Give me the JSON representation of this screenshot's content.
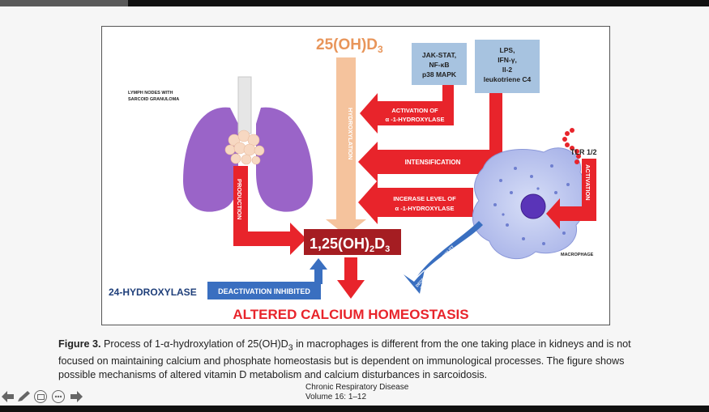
{
  "player": {
    "progress": 0.18
  },
  "diagram": {
    "top_label": "25(OH)D",
    "top_label_sub": "3",
    "hydroxylation_label": "HYDROXYLATION",
    "lymph_label_line1": "LYMPH NODES WITH",
    "lymph_label_line2": "SARCOID GRANULOMA",
    "production_label": "PRODUCTION",
    "jak_box": [
      "JAK-STAT,",
      "NF-κB",
      "p38 MAPK"
    ],
    "lps_box": [
      "LPS,",
      "IFN-γ,",
      "Il-2",
      "leukotriene C4"
    ],
    "activation_of_line1": "ACTIVATION OF",
    "activation_of_line2": "α -1-HYDROXYLASE",
    "intensification_label": "INTENSIFICATION",
    "increase_line1": "INCERASE LEVEL OF",
    "increase_line2": "α -1-HYDROXYLASE",
    "tlr_label": "TLR 1/2",
    "activation_vertical": "ACTIVATION",
    "macrophage_label": "MACROPHAGE",
    "product_main": "1,25(OH)",
    "product_sub1": "2",
    "product_mid": "D",
    "product_sub2": "3",
    "decreased_line1": "DECREASED SUSCEPTIBILITY",
    "decreased_line2": "TO FEEDBACK INHIBITION",
    "hydroxylase24_label": "24-HYDROXYLASE",
    "deactivation_label": "DEACTIVATION INHIBITED",
    "altered_label": "ALTERED CALCIUM HOMEOSTASIS"
  },
  "caption": {
    "figure_label": "Figure 3.",
    "text_a": " Process of 1-α-hydroxylation of 25(OH)D",
    "text_a_sub": "3",
    "text_b": " in macrophages is different from the one taking place in kidneys and is not focused on maintaining calcium and phosphate homeostasis but is dependent on immunological processes. The figure shows possible mechanisms of altered vitamin D metabolism and calcium disturbances in sarcoidosis."
  },
  "footer": {
    "journal": "Chronic Respiratory Disease",
    "volume": "Volume 16: 1–12"
  },
  "controls": [
    "prev-arrow-icon",
    "pen-icon",
    "slides-icon",
    "more-icon",
    "next-arrow-icon"
  ]
}
